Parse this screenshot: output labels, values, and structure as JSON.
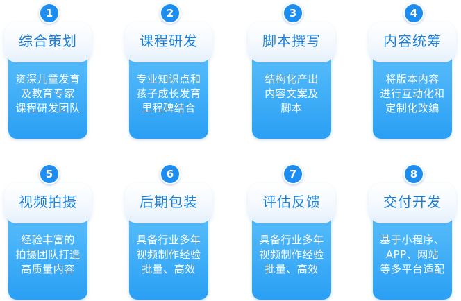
{
  "steps": [
    {
      "number": "1",
      "title": "综合策划",
      "lines": [
        "资深儿童发育",
        "及教育专家",
        "课程研发团队"
      ]
    },
    {
      "number": "2",
      "title": "课程研发",
      "lines": [
        "专业知识点和",
        "孩子成长发育",
        "里程碑结合"
      ]
    },
    {
      "number": "3",
      "title": "脚本撰写",
      "lines": [
        "结构化产出",
        "内容文案及",
        "脚本"
      ]
    },
    {
      "number": "4",
      "title": "内容统筹",
      "lines": [
        "将版本内容",
        "进行互动化和",
        "定制化改编"
      ]
    },
    {
      "number": "5",
      "title": "视频拍摄",
      "lines": [
        "经验丰富的",
        "拍摄团队打造",
        "高质量内容"
      ]
    },
    {
      "number": "6",
      "title": "后期包装",
      "lines": [
        "具备行业多年",
        "视频制作经验",
        "批量、高效"
      ]
    },
    {
      "number": "7",
      "title": "评估反馈",
      "lines": [
        "具备行业多年",
        "视频制作经验",
        "批量、高效"
      ]
    },
    {
      "number": "8",
      "title": "交付开发",
      "lines": [
        "基于小程序、",
        "APP、网站",
        "等多平台适配"
      ]
    }
  ],
  "colors": {
    "accent": "#1d8df0",
    "title_text": "#1c7fd6",
    "card_top": "#5cc0fb",
    "card_bottom": "#2a9ff4"
  }
}
